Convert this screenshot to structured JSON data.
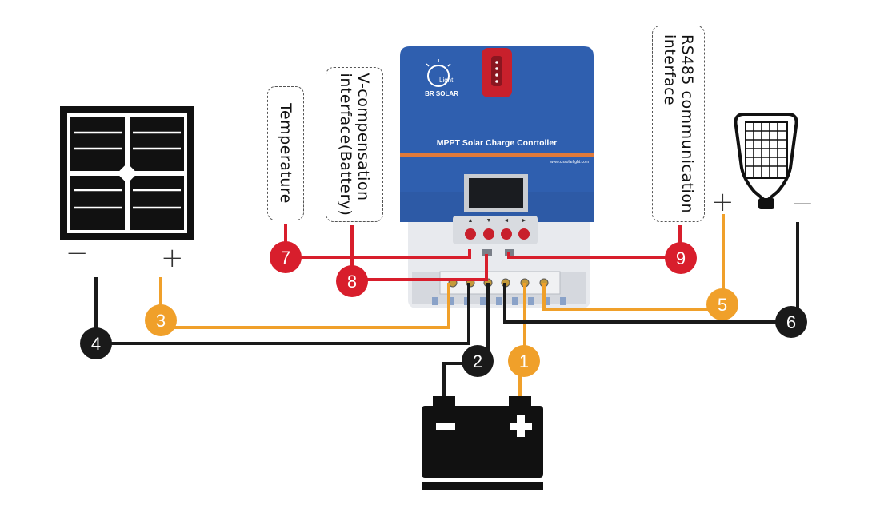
{
  "controller": {
    "brand_mark": "Light",
    "brand_name": "BR SOLAR",
    "title": "MPPT Solar Charge Conrtoller",
    "website": "www.cnsolarlight.com",
    "button_glyphs": [
      "▲",
      "▼",
      "◄",
      "►"
    ]
  },
  "labels": {
    "temperature": "Temperature",
    "v_comp_line1": "V-compensation",
    "v_comp_line2": "interface(Battery)",
    "rs485_line1": "RS485 communication",
    "rs485_line2": "interface"
  },
  "panel_polarity": {
    "minus": "−",
    "plus": "+"
  },
  "lamp_polarity": {
    "plus": "+",
    "minus": "−"
  },
  "battery_polarity": {
    "minus": "−",
    "plus": "+"
  },
  "markers": [
    "1",
    "2",
    "3",
    "4",
    "5",
    "6",
    "7",
    "8",
    "9"
  ],
  "colors": {
    "orange": "#F0A02A",
    "black": "#1A1A1A",
    "red": "#D81E2C",
    "blue": "#2F5FAF"
  }
}
